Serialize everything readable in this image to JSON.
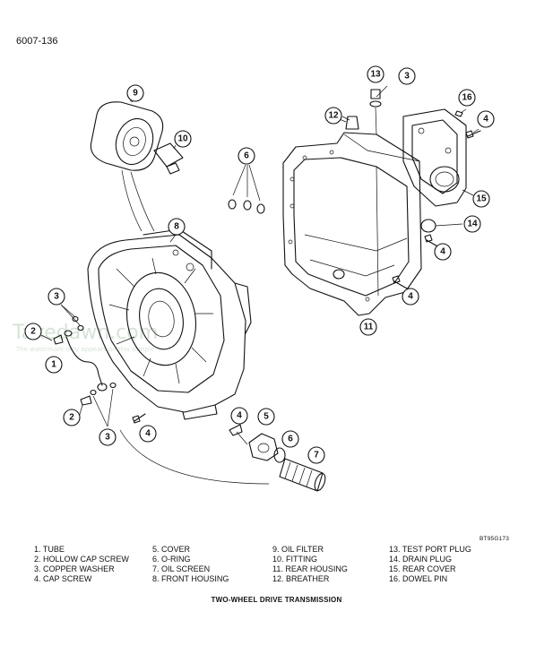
{
  "header": {
    "doc_id": "6007-136"
  },
  "figure": {
    "code": "BT95G173",
    "caption": "TWO-WHEEL DRIVE TRANSMISSION"
  },
  "watermark": {
    "line1": "Takedawn.com",
    "line2": "The watermark only appears on this sample"
  },
  "callouts": [
    "13",
    "3",
    "16",
    "4",
    "12",
    "9",
    "10",
    "6",
    "15",
    "14",
    "8",
    "4",
    "3",
    "2",
    "4",
    "11",
    "1",
    "2",
    "3",
    "4",
    "4",
    "5",
    "6",
    "7"
  ],
  "legend": [
    [
      "1. TUBE",
      "2. HOLLOW CAP SCREW",
      "3. COPPER WASHER",
      "4. CAP SCREW"
    ],
    [
      "5. COVER",
      "6. O-RING",
      "7. OIL SCREEN",
      "8. FRONT HOUSING"
    ],
    [
      "9. OIL FILTER",
      "10. FITTING",
      "11. REAR HOUSING",
      "12. BREATHER"
    ],
    [
      "13. TEST PORT PLUG",
      "14. DRAIN PLUG",
      "15. REAR COVER",
      "16. DOWEL PIN"
    ]
  ]
}
